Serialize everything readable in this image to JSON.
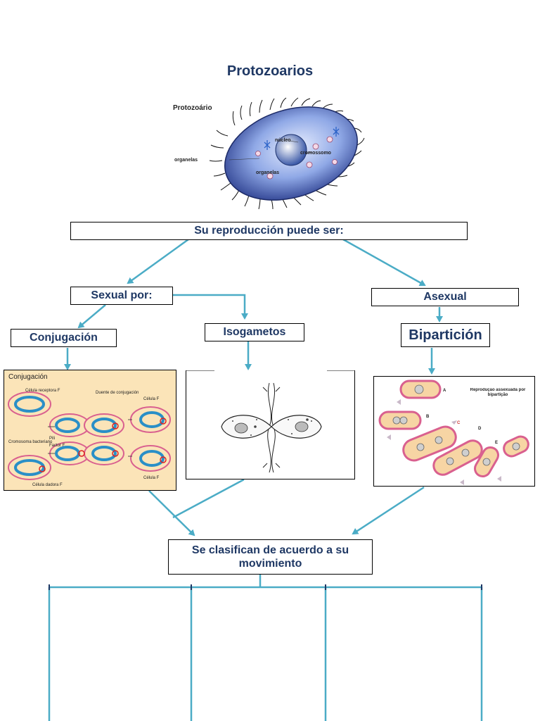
{
  "title": "Protozoarios",
  "protozoan_illustration": {
    "heading": "Protozoário",
    "labels": {
      "nucleus": "núcleo",
      "organelles_left": "organelas",
      "chromosome": "cromossomo",
      "organelles_bottom": "organelas"
    }
  },
  "boxes": {
    "reproduction": "Su reproducción puede ser:",
    "sexual": "Sexual por:",
    "asexual": "Asexual",
    "conjugation": "Conjugación",
    "isogametes": "Isogametos",
    "bipartition": "Bipartición",
    "classification": "Se clasifican de acuerdo a su movimiento"
  },
  "conjugation_figure": {
    "heading": "Conjugación",
    "labels": {
      "receptor_cell": "Célula receptora F",
      "bridge": "Duente de conjugación",
      "cell_f_plus_top": "Célula F",
      "chromosome": "Cromosoma bacteriano",
      "pili": "Pili",
      "factor_f": "Factor F",
      "donor_cell": "Célula dadora F",
      "cell_f_plus_bottom": "Célula F"
    }
  },
  "bipartition_figure": {
    "caption": "Reprodução assexuada por bipartição",
    "stage_labels": [
      "A",
      "B",
      "C",
      "D",
      "E"
    ]
  },
  "colors": {
    "title_text": "#1f3864",
    "arrow": "#4bacc6",
    "box_border": "#000000",
    "cell_membrane": "#d9608f",
    "cell_fill": "#f7d5a4",
    "protozoan_body": "#6f8fd8"
  }
}
